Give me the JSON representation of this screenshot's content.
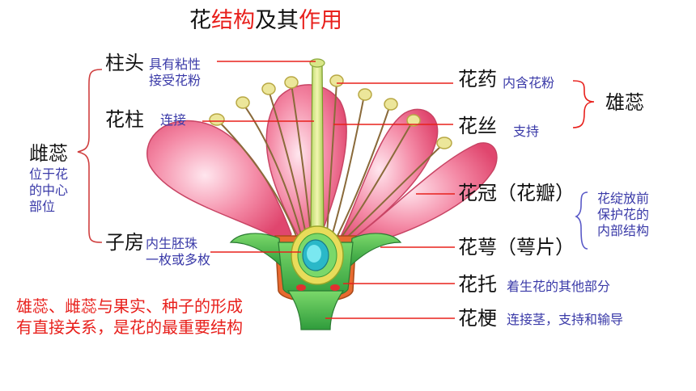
{
  "title": {
    "parts": [
      {
        "text": "花",
        "color": "#111111"
      },
      {
        "text": "结构",
        "color": "#e8201c"
      },
      {
        "text": "及其",
        "color": "#111111"
      },
      {
        "text": "作用",
        "color": "#e8201c"
      }
    ]
  },
  "colors": {
    "leader_line": "#e8201c",
    "pistil_brace": "#d04040",
    "stamen_brace": "#e8201c",
    "corolla_brace": "#5a5ac8",
    "note_text": "#3a3aa8",
    "petal": "#f07a98",
    "sepal": "#3cb84a",
    "receptacle": "#4cc85a",
    "anther": "#e8e090"
  },
  "labels": {
    "stigma": "柱头",
    "style": "花柱",
    "pistil": "雌蕊",
    "ovary": "子房",
    "anther": "花药",
    "filament": "花丝",
    "stamen": "雄蕊",
    "corolla": "花冠（花瓣）",
    "calyx": "花萼（萼片）",
    "receptacle": "花托",
    "pedicel": "花梗"
  },
  "notes": {
    "stigma": [
      "具有粘性",
      "接受花粉"
    ],
    "style": [
      "连接"
    ],
    "pistil": [
      "位于花",
      "的中心",
      "部位"
    ],
    "ovary": [
      "内生胚珠",
      "一枚或多枚"
    ],
    "anther": [
      "内含花粉"
    ],
    "filament": [
      "支持"
    ],
    "perianth": [
      "花绽放前",
      "保护花的",
      "内部结构"
    ],
    "receptacle": [
      "着生花的其他部分"
    ],
    "pedicel": [
      "连接茎，支持和输导"
    ]
  },
  "conclusion": [
    "雄蕊、雌蕊与果实、种子的形成",
    "有直接关系，是花的最重要结构"
  ]
}
